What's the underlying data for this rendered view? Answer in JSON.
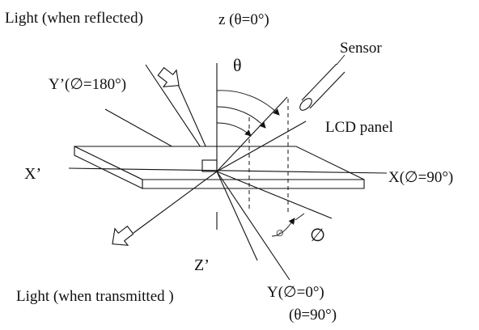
{
  "labels": {
    "light_reflected": "Light (when reflected)",
    "z_axis": "z (θ=0°)",
    "theta": "θ",
    "sensor": "Sensor",
    "y_prime": "Y’(∅=180°)",
    "lcd_panel": "LCD panel",
    "x_prime": "X’",
    "x_axis": "X(∅=90°)",
    "phi_small": "∅",
    "phi": "∅",
    "z_prime": "Z’",
    "light_transmitted": "Light (when transmitted )",
    "y_axis": "Y(∅=0°)",
    "theta_90": "(θ=90°)"
  },
  "colors": {
    "ink": "#111111",
    "background": "#ffffff"
  }
}
